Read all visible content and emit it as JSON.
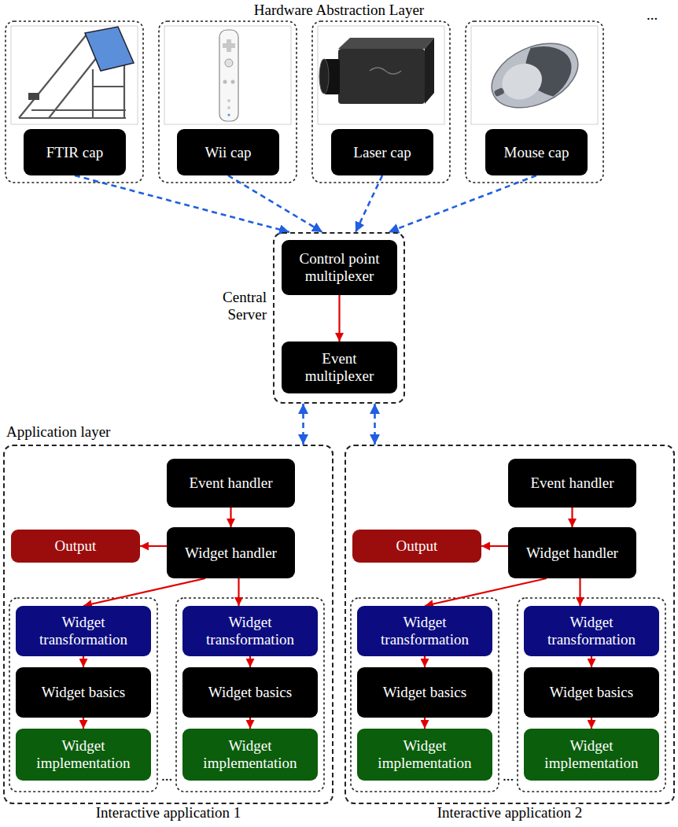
{
  "diagram": {
    "nodes": [
      {
        "text": [
          "FTIR cap"
        ]
      },
      {
        "text": [
          "Wii cap"
        ]
      },
      {
        "text": [
          "Laser cap"
        ]
      },
      {
        "text": [
          "Mouse cap"
        ]
      },
      {
        "text": [
          "Central Server"
        ]
      },
      {
        "text": [
          "Control point multiplexer"
        ],
        "in": 4
      },
      {
        "text": [
          "Event multiplexer"
        ],
        "in": 4
      },
      {
        "text": [
          "Interactive application 1"
        ]
      },
      {
        "text": [
          "Event handler"
        ],
        "in": 7
      },
      {
        "text": [
          "Output"
        ],
        "in": 7
      },
      {
        "text": [
          "Widget handler"
        ],
        "in": 7
      },
      {
        "text": [
          "Widget transformation"
        ],
        "in": 7
      },
      {
        "text": [
          "Widget basics"
        ],
        "in": 7
      },
      {
        "text": [
          "Widget implementation"
        ],
        "in": 7
      },
      {
        "text": [
          "Widget transformation"
        ],
        "in": 7
      },
      {
        "text": [
          "Widget basics"
        ],
        "in": 7
      },
      {
        "text": [
          "Widget implementation"
        ],
        "in": 7
      },
      {
        "text": [
          "Interactive application 2"
        ]
      },
      {
        "text": [
          "Event handler"
        ],
        "in": 17
      },
      {
        "text": [
          "Output"
        ],
        "in": 17
      },
      {
        "text": [
          "Widget handler"
        ],
        "in": 17
      },
      {
        "text": [
          "Widget transformation"
        ],
        "in": 17
      },
      {
        "text": [
          "Widget basics"
        ],
        "in": 17
      },
      {
        "text": [
          "Widget implementation"
        ],
        "in": 17
      },
      {
        "text": [
          "Widget transformation"
        ],
        "in": 17
      },
      {
        "text": [
          "Widget basics"
        ],
        "in": 17
      },
      {
        "text": [
          "Widget implementation"
        ],
        "in": 17
      }
    ],
    "edges": [
      {
        "from": 0,
        "to": 4,
        "arrow": "to"
      },
      {
        "from": 1,
        "to": 4,
        "arrow": "to"
      },
      {
        "from": 2,
        "to": 4,
        "arrow": "to"
      },
      {
        "from": 3,
        "to": 4,
        "arrow": "to"
      },
      {
        "from": 5,
        "to": 6,
        "arrow": "to"
      },
      {
        "from": 4,
        "to": 7,
        "arrow": "both"
      },
      {
        "from": 4,
        "to": 17,
        "arrow": "both"
      },
      {
        "from": 8,
        "to": 10,
        "arrow": "to"
      },
      {
        "from": 10,
        "to": 9,
        "arrow": "to"
      },
      {
        "from": 10,
        "to": 11,
        "arrow": "to"
      },
      {
        "from": 10,
        "to": 14,
        "arrow": "to"
      },
      {
        "from": 11,
        "to": 12,
        "arrow": "to"
      },
      {
        "from": 12,
        "to": 13,
        "arrow": "to"
      },
      {
        "from": 14,
        "to": 15,
        "arrow": "to"
      },
      {
        "from": 15,
        "to": 16,
        "arrow": "to"
      },
      {
        "from": 18,
        "to": 20,
        "arrow": "to"
      },
      {
        "from": 20,
        "to": 19,
        "arrow": "to"
      },
      {
        "from": 20,
        "to": 21,
        "arrow": "to"
      },
      {
        "from": 20,
        "to": 24,
        "arrow": "to"
      },
      {
        "from": 21,
        "to": 22,
        "arrow": "to"
      },
      {
        "from": 22,
        "to": 23,
        "arrow": "to"
      },
      {
        "from": 24,
        "to": 25,
        "arrow": "to"
      },
      {
        "from": 25,
        "to": 26,
        "arrow": "to"
      }
    ],
    "labels": [
      "Hardware Abstraction Layer",
      "...",
      "Application layer",
      "...",
      "..."
    ]
  }
}
